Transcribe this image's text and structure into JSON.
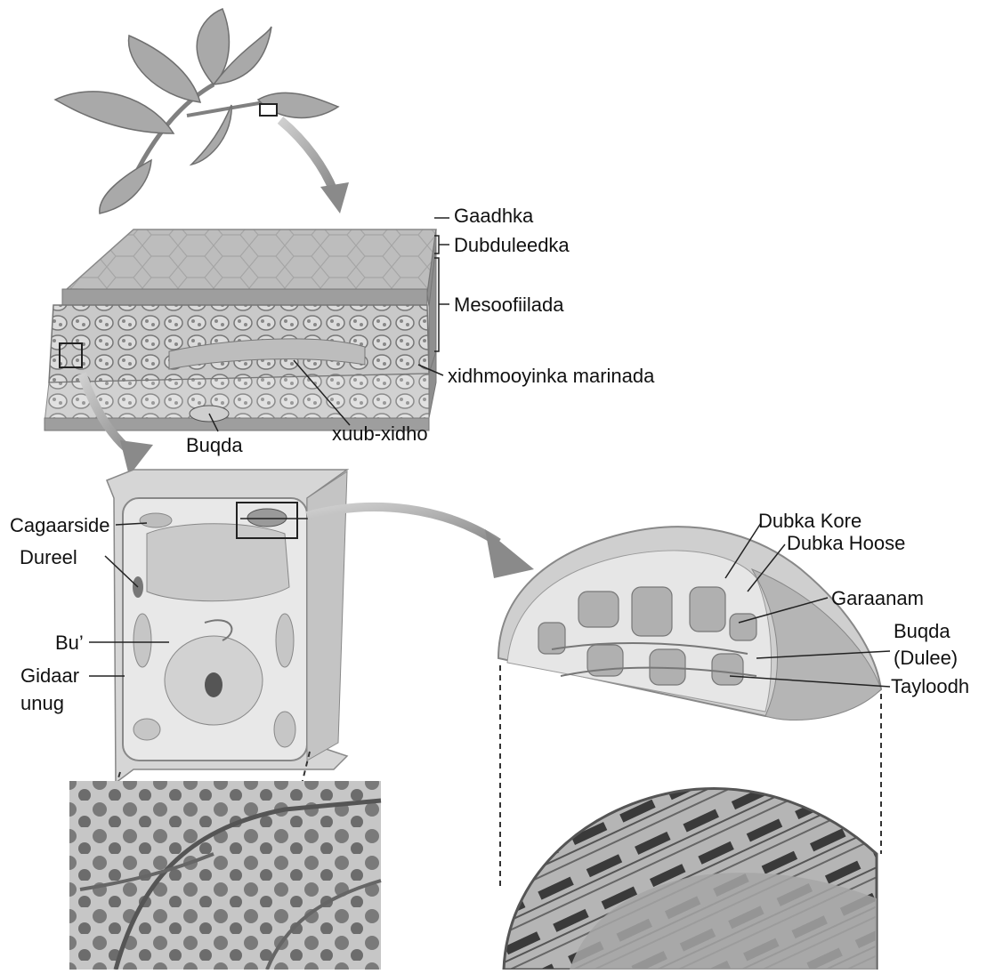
{
  "labels": {
    "epidermis_cuticle": "Gaadhka",
    "epidermis": "Dubduleedka",
    "mesophyll": "Mesoofiilada",
    "vein": "xidhmooyinka marinada",
    "stomata": "xuub-xidho",
    "cell_stroma": "Buqda",
    "chloroplast": "Cagaarside",
    "vacuole": "Dureel",
    "nucleus": "Bu’",
    "cell_wall_line1": "Gidaar",
    "cell_wall_line2": "unug",
    "outer_membrane": "Dubka Kore",
    "inner_membrane": "Dubka Hoose",
    "granum": "Garaanam",
    "stroma_line1": "Buqda",
    "stroma_line2": "(Dulee)",
    "thylakoid": "Tayloodh"
  },
  "colors": {
    "ink": "#111111",
    "leaf": "#a9a9a9",
    "tissue": "#9a9a9a",
    "cell_fill": "#e2e2e2",
    "chloroplast_fill": "#bdbdbd"
  },
  "icons": {
    "leaf_sprig": "plant-sprig-icon",
    "arrow": "curved-arrow-icon"
  }
}
